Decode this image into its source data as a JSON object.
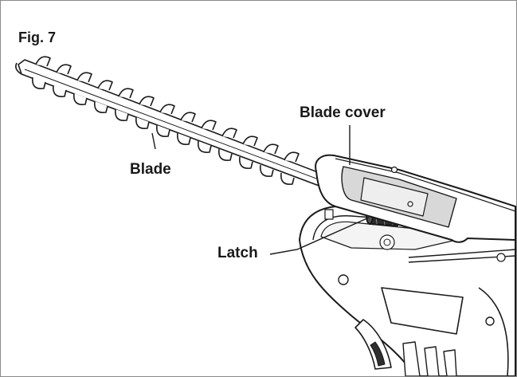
{
  "figure": {
    "title": "Fig. 7",
    "labels": {
      "blade_cover": "Blade cover",
      "blade": "Blade",
      "latch": "Latch"
    }
  },
  "colors": {
    "ink": "#1a1a1a",
    "frame": "#8a8a8a",
    "cover_shade": "#d8d8d8",
    "dark_fill": "#2e2e2e"
  }
}
